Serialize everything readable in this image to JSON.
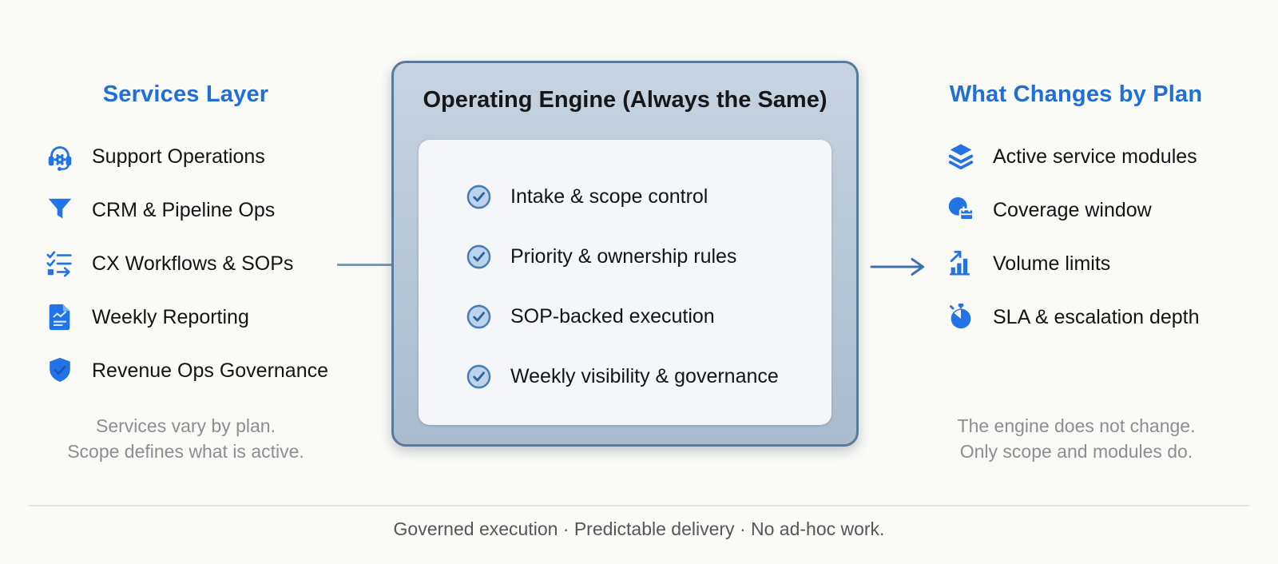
{
  "left_column": {
    "title": "Services Layer",
    "items": [
      {
        "icon": "headset-icon",
        "label": "Support Operations"
      },
      {
        "icon": "funnel-icon",
        "label": "CRM & Pipeline Ops"
      },
      {
        "icon": "workflow-icon",
        "label": "CX Workflows & SOPs"
      },
      {
        "icon": "report-icon",
        "label": "Weekly Reporting"
      },
      {
        "icon": "shield-icon",
        "label": "Revenue Ops Governance"
      }
    ],
    "caption_line1": "Services vary by plan.",
    "caption_line2": "Scope defines what is active."
  },
  "center_box": {
    "title": "Operating Engine (Always the Same)",
    "items": [
      "Intake & scope control",
      "Priority & ownership rules",
      "SOP-backed execution",
      "Weekly visibility & governance"
    ]
  },
  "right_column": {
    "title": "What Changes by Plan",
    "items": [
      {
        "icon": "layers-icon",
        "label": "Active service modules"
      },
      {
        "icon": "coverage-icon",
        "label": "Coverage window"
      },
      {
        "icon": "bar-chart-icon",
        "label": "Volume limits"
      },
      {
        "icon": "stopwatch-icon",
        "label": "SLA & escalation depth"
      }
    ],
    "caption_line1": "The engine does not change.",
    "caption_line2": "Only scope and modules do."
  },
  "footer": {
    "text": "Governed execution · Predictable delivery · No ad-hoc work."
  },
  "colors": {
    "icon_blue": "#2273e3",
    "title_blue": "#1e6fd8",
    "box_fill": "#b6c6d5",
    "box_border": "#5b7a98",
    "panel_fill": "#f4f6fa",
    "check_fill": "#bcd3ec",
    "check_ring": "#4a7cb5",
    "caption_gray": "#8d8d92",
    "footer_gray": "#56565a",
    "background": "#fafaf7"
  }
}
